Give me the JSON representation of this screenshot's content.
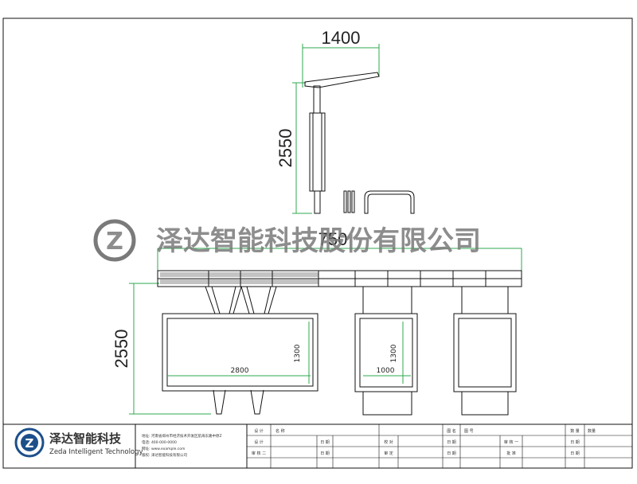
{
  "watermark": {
    "company_name": "泽达智能科技股份有限公司",
    "logo_letter": "Z"
  },
  "dimensions": {
    "top_width": "1400",
    "top_height": "2550",
    "top_overlap": "750",
    "main_height": "2550",
    "box1_width": "2800",
    "box1_height": "1300",
    "box2_width": "1000",
    "box2_height": "1300"
  },
  "title_block": {
    "company_cn": "泽达智能科技",
    "company_en": "Zeda Intelligent Technology",
    "contact_lines": [
      "地址: 河南省郑州市经济技术开发区航海东路中原Z",
      "电话: 400-000-0000",
      "网址: www.example.com",
      "版权: 泽达智能科技有限公司"
    ],
    "row1": [
      "设 计",
      "名 称",
      "",
      "图 名",
      "图 号",
      "",
      "",
      "数 量",
      "数量"
    ],
    "row2": [
      "设 计",
      "",
      "日 期",
      "校 对",
      "日 期",
      "审 核 一",
      "日 期"
    ],
    "row3": [
      "审 核 二",
      "",
      "日 期",
      "审 定",
      "日 期",
      "批 准",
      "日 期"
    ]
  },
  "colors": {
    "line": "#1a1a1a",
    "dimension": "#2fa84f",
    "watermark": "#7a7a7a",
    "logo_blue": "#1c4f8a"
  }
}
